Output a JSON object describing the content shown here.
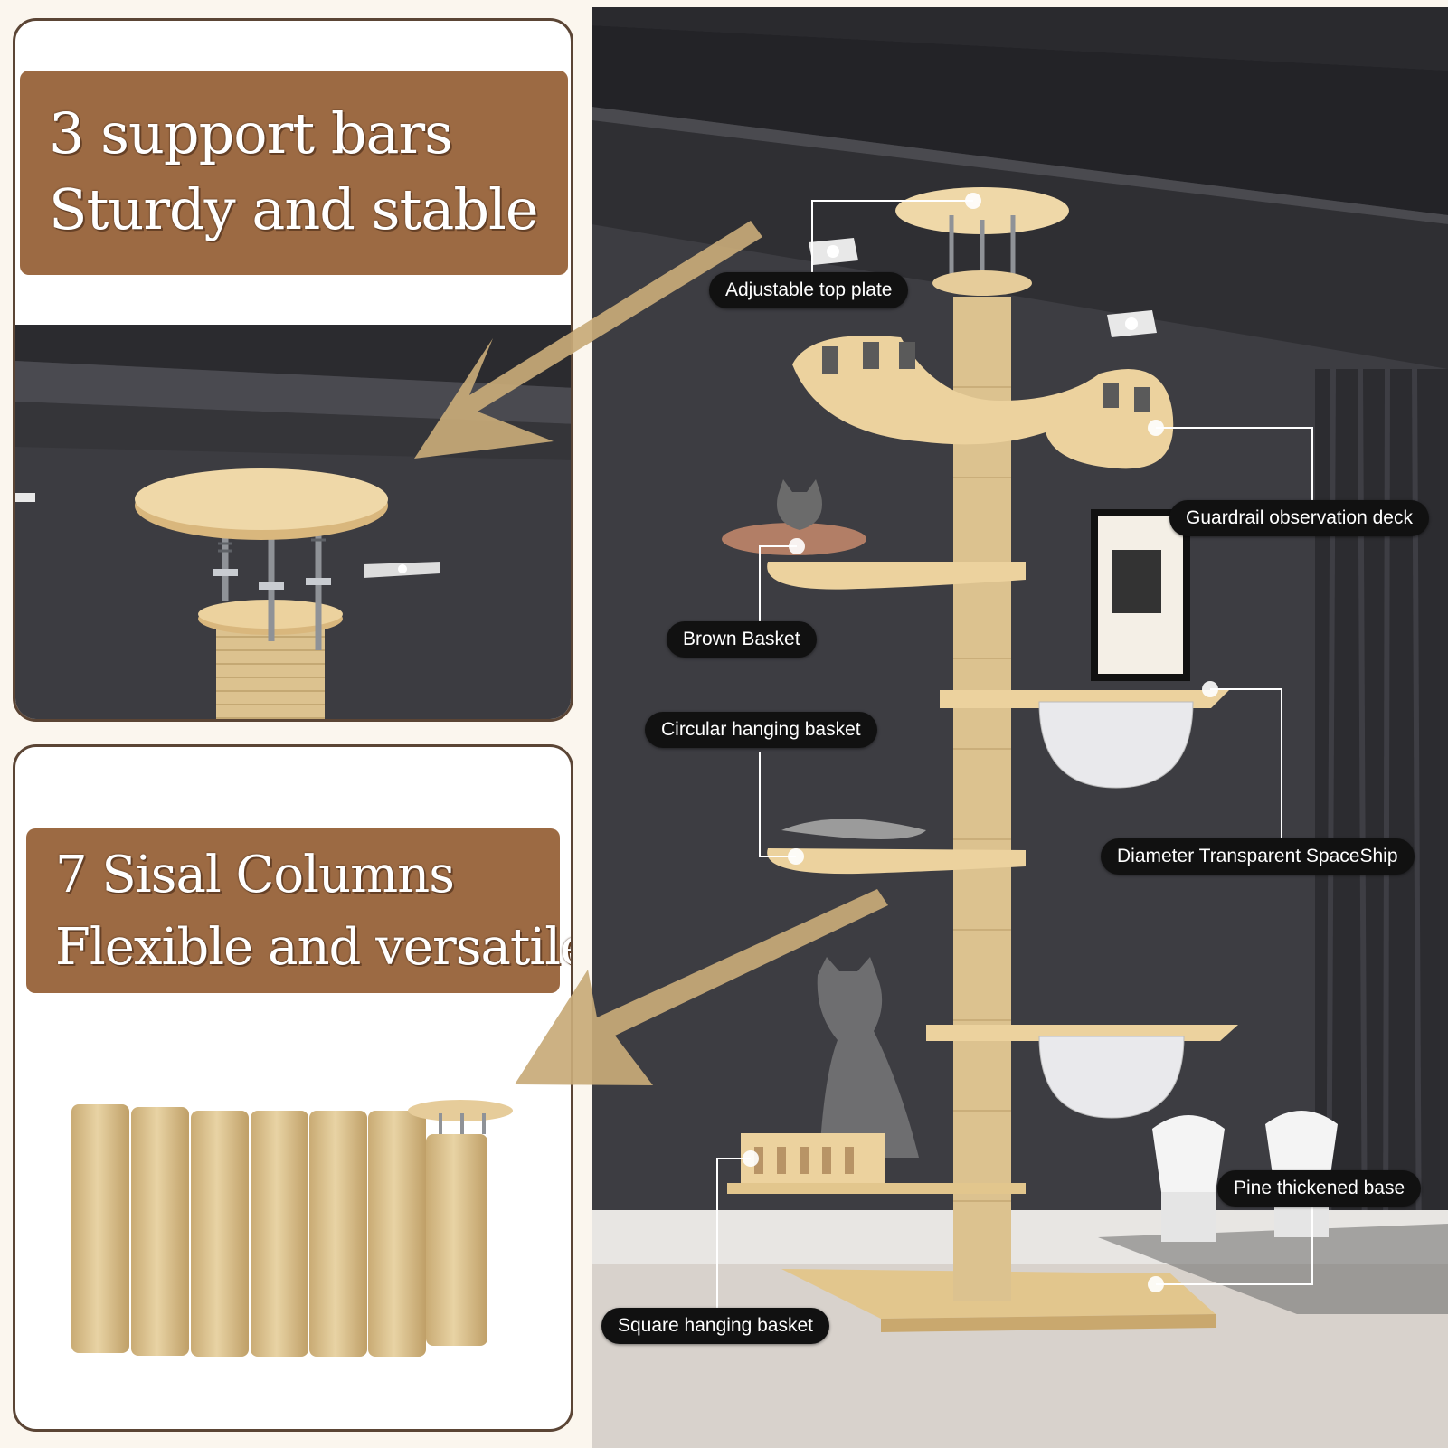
{
  "left_panels": {
    "top": {
      "banner_line1": "3 support bars",
      "banner_line2": "Sturdy and stable"
    },
    "bottom": {
      "banner_line1": "7 Sisal Columns",
      "banner_line2": "Flexible and versatile"
    }
  },
  "callouts": {
    "adjustable_top_plate": "Adjustable top plate",
    "guardrail_observation_deck": "Guardrail observation deck",
    "brown_basket": "Brown Basket",
    "circular_hanging_basket": "Circular hanging basket",
    "diameter_transparent_spaceship": "Diameter Transparent SpaceShip",
    "pine_thickened_base": "Pine thickened base",
    "square_hanging_basket": "Square hanging basket"
  },
  "colors": {
    "banner_brown": "#9c6a43",
    "panel_border": "#5b4535",
    "arrow_tan": "#c8aa78",
    "wall_dark": "#3d3d42",
    "wood": "#e9cf95",
    "sisal": "#dcc28f"
  }
}
